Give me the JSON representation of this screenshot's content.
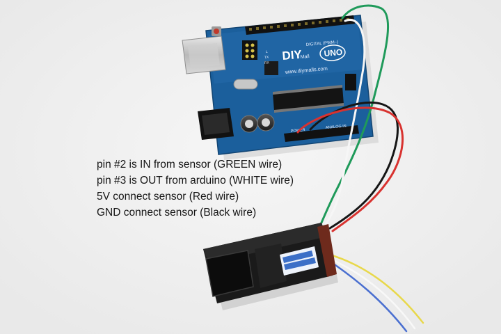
{
  "board": {
    "brand_logo": "DIY",
    "brand_mall": "Mall",
    "model": "UNO",
    "header_label": "DIGITAL (PWM~)",
    "website": "www.diymalls.com",
    "power_label": "POWER",
    "analog_label": "ANALOG IN",
    "pin13_label": "L",
    "tx_label": "TX",
    "rx_label": "RX"
  },
  "caption": {
    "lines": [
      "pin #2 is IN from sensor (GREEN wire)",
      "pin #3 is OUT from arduino  (WHITE wire)",
      "5V connect  sensor (Red wire)",
      "GND connect sensor (Black wire)"
    ]
  },
  "colors": {
    "background": "#f2f2f2",
    "board_blue": "#1b5f9c",
    "wire_green": "#1f9a5a",
    "wire_white": "#f4f4f4",
    "wire_red": "#d8322f",
    "wire_black": "#161616",
    "wire_yellow": "#e8d84a",
    "wire_blue": "#4a6fd0",
    "sensor_body": "#1a1a1a"
  }
}
